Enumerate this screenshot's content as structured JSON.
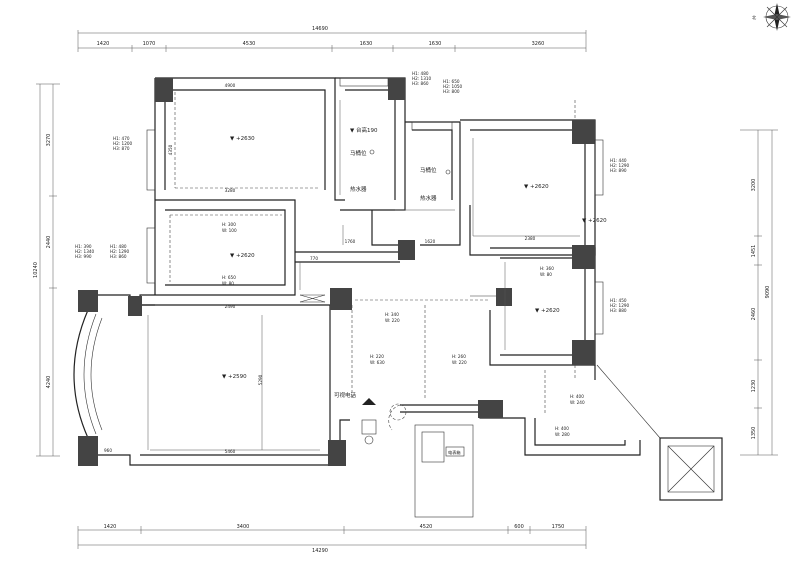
{
  "compass": {
    "label": "北"
  },
  "top_dims": {
    "total": "14690",
    "segments": [
      "1420",
      "1070",
      "4530",
      "1630",
      "1630",
      "3260"
    ]
  },
  "bottom_dims": {
    "total": "14290",
    "segments": [
      "1420",
      "3400",
      "4520",
      "600",
      "1750"
    ]
  },
  "left_dims": {
    "total": "10240",
    "segments": [
      "3270",
      "2440",
      "4240"
    ]
  },
  "right_dims": {
    "total": "9090",
    "segments": [
      "3200",
      "1451",
      "2460",
      "1230",
      "1350"
    ]
  },
  "windows": {
    "w1": [
      "H1: 470",
      "H2: 1200",
      "H3: 870"
    ],
    "w2": [
      "H1: 390",
      "H2: 1340",
      "H3: 990"
    ],
    "w3": [
      "H1: 480",
      "H2: 1290",
      "H3: 860"
    ],
    "w4": [
      "H1: 480",
      "H2: 1310",
      "H3: 860"
    ],
    "w5": [
      "H1: 650",
      "H2: 1050",
      "H3: 800"
    ],
    "w6": [
      "H1: 440",
      "H2: 1290",
      "H3: 890"
    ],
    "w7": [
      "H1: 450",
      "H2: 1290",
      "H3: 880"
    ]
  },
  "rooms": {
    "r1": "▼ +2630",
    "r2": "▼ +2620",
    "r3": "▼ +2620",
    "r4": "▼ +2620",
    "r5": "▼ +2590",
    "r6": "▼ +2620"
  },
  "openings": {
    "o1": [
      "H: 300",
      "W: 100"
    ],
    "o2": [
      "H: 650",
      "W: 80"
    ],
    "o3": [
      "H: 360",
      "W: 80"
    ],
    "o4": [
      "H: 340",
      "W: 220"
    ],
    "o5": [
      "H: 220",
      "W: 630"
    ],
    "o6": [
      "H: 260",
      "W: 220"
    ],
    "o7": [
      "H: 400",
      "W: 240"
    ],
    "o8": [
      "H: 400",
      "W: 280"
    ]
  },
  "labels": {
    "ceiling": "▼ 台高190",
    "toilet1": "马桶位",
    "toilet2": "马桶位",
    "heater1": "热水器",
    "heater2": "热水器",
    "intercom": "可视电话",
    "meter": "电表箱"
  },
  "inner_dims": {
    "d1": "4900",
    "d2": "3280",
    "d3": "2490",
    "d4": "4350",
    "d5": "5460",
    "d6": "5290",
    "d7": "770",
    "d8": "1760",
    "d9": "1620",
    "d10": "960",
    "d11": "2380"
  }
}
